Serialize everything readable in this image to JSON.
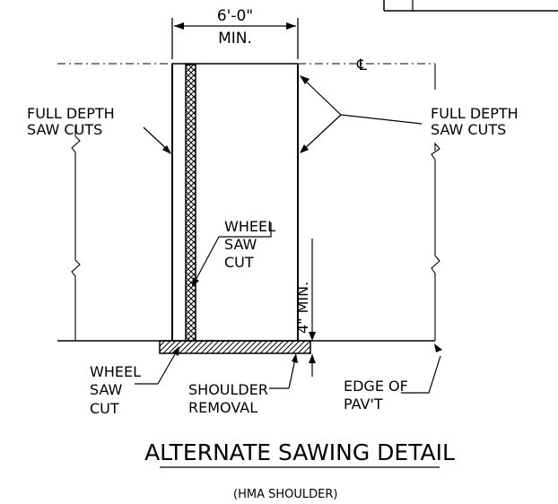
{
  "labels": {
    "dim_width": "6'-0\"",
    "dim_min": "MIN.",
    "centerline": "℄",
    "left_saw_1": "FULL DEPTH",
    "left_saw_2": "SAW CUTS",
    "right_saw_1": "FULL DEPTH",
    "right_saw_2": "SAW CUTS",
    "wheel_inner_1": "WHEEL",
    "wheel_inner_2": "SAW",
    "wheel_inner_3": "CUT",
    "depth_min": "4\" MIN.",
    "wheel_outer_1": "WHEEL",
    "wheel_outer_2": "SAW",
    "wheel_outer_3": "CUT",
    "shoulder_1": "SHOULDER",
    "shoulder_2": "REMOVAL",
    "edge_1": "EDGE OF",
    "edge_2": "PAV'T",
    "title": "ALTERNATE SAWING DETAIL",
    "subtitle": "(HMA SHOULDER)"
  }
}
